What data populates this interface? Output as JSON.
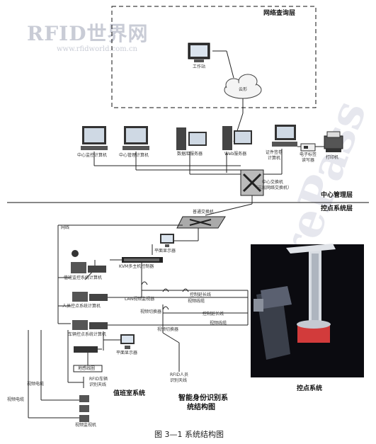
{
  "watermark": {
    "brand": "RFID世界网",
    "url": "www.rfidworld.com.cn",
    "side": "SurePass"
  },
  "sections": {
    "network_query": "网络查询层",
    "center_mgmt": "中心管理层",
    "control_layer": "控点系统层",
    "control_system": "控点系统",
    "duty_room": "值班室系统"
  },
  "nodes": {
    "workstation": "工作站",
    "cloud": "云形",
    "center_monitor_pc": "中心监控计算机",
    "center_mgmt_pc": "中心管理计算机",
    "db_server": "数据库服务器",
    "web_server": "Web服务器",
    "cert_issue_pc_1": "证件签卷",
    "cert_issue_pc_2": "计算机",
    "e_tag_reader_1": "电子标签",
    "e_tag_reader_2": "读写器",
    "printer": "打印机",
    "center_switch_1": "中心交换机",
    "center_switch_2": "（三层网络交换机）",
    "normal_switch": "普通交换机",
    "flat_display_top": "平面显示器",
    "kvm": "KVM多主机控制器",
    "duty_pc": "值班监控系统计算机",
    "staff_pc": "人员控点系统计算机",
    "vehicle_pc": "车辆控点系统计算机",
    "flat_display_bottom": "平面显示器",
    "network_line": "网线",
    "video_ctrl_1": "LAN视频监视器",
    "video_ctrl_2": "视频切换器",
    "video_ctrl_3": "视频切换器",
    "cable_1": "控制延长线",
    "cable_2": "视频线缆",
    "cable_3": "控制延长线",
    "cable_4": "视频线缆",
    "loop_1": "地感线圈",
    "rfid_vehicle_1": "RFID车辆",
    "rfid_vehicle_2": "识别天线",
    "rfid_person_1": "RFID人员",
    "rfid_person_2": "识别天线",
    "video_cable_a": "视频电缆",
    "video_cable_b": "视频电缆",
    "monitor_cam": "视频监视机"
  },
  "diagram_title_1": "智能身份识别系",
  "diagram_title_2": "统结构图",
  "caption": "图 3—1 系统结构图"
}
